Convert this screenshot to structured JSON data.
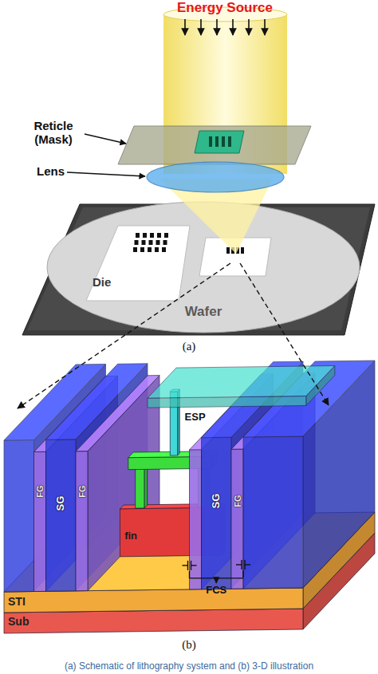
{
  "diagram": {
    "caption": "(a) Schematic of lithography system and (b) 3-D illustration",
    "nodes": [
      {
        "text": [
          "Wafer"
        ]
      },
      {
        "text": [
          "Die"
        ],
        "in": 0
      }
    ],
    "labels": [
      "Energy Source",
      "Reticle (Mask)",
      "Lens",
      "(a)",
      "FG",
      "FG",
      "fin",
      "SG",
      "ESP",
      "SG",
      "FG",
      "FCS",
      "STI",
      "Sub",
      "(b)"
    ]
  }
}
